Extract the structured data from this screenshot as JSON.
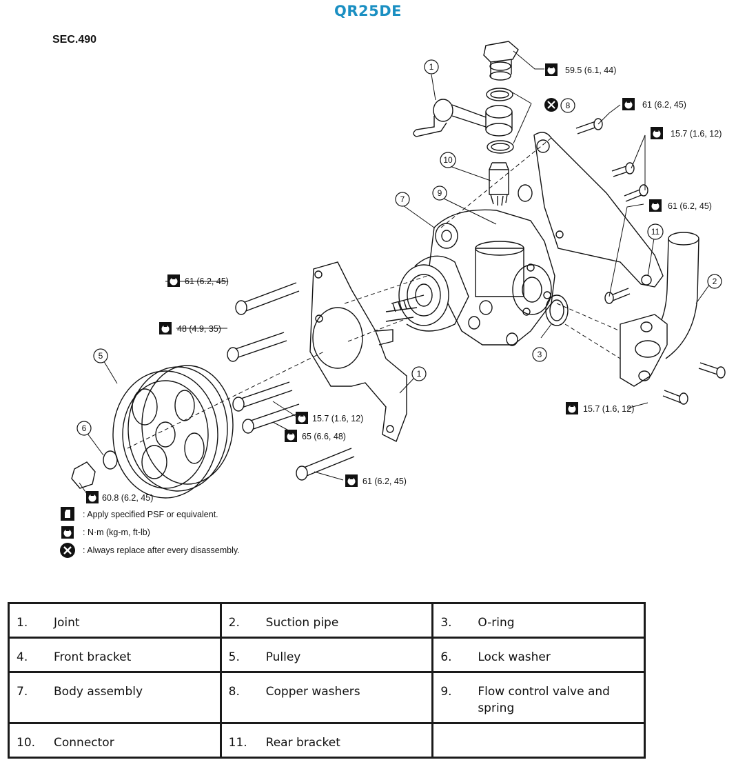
{
  "header": {
    "title": "QR25DE",
    "section": "SEC.490"
  },
  "callouts": [
    {
      "num": "1"
    },
    {
      "num": "1"
    },
    {
      "num": "2"
    },
    {
      "num": "3"
    },
    {
      "num": "5"
    },
    {
      "num": "6"
    },
    {
      "num": "7"
    },
    {
      "num": "8"
    },
    {
      "num": "9"
    },
    {
      "num": "10"
    },
    {
      "num": "11"
    }
  ],
  "torque_labels": [
    "59.5 (6.1, 44)",
    "61 (6.2, 45)",
    "15.7 (1.6, 12)",
    "61 (6.2, 45)",
    "61 (6.2, 45)",
    "48 (4.9, 35)",
    "15.7 (1.6, 12)",
    "65 (6.6, 48)",
    "61 (6.2, 45)",
    "15.7 (1.6, 12)",
    "60.8 (6.2, 45)"
  ],
  "legend": [
    {
      "icon": "sealant-icon",
      "text": ": Apply specified PSF or equivalent."
    },
    {
      "icon": "torque-wrench-icon",
      "text": ": N·m (kg-m, ft-lb)"
    },
    {
      "icon": "replace-x-icon",
      "text": ": Always replace after every disassembly."
    }
  ],
  "parts_table": [
    [
      {
        "num": "1.",
        "name": "Joint"
      },
      {
        "num": "2.",
        "name": "Suction pipe"
      },
      {
        "num": "3.",
        "name": "O-ring"
      }
    ],
    [
      {
        "num": "4.",
        "name": "Front bracket"
      },
      {
        "num": "5.",
        "name": "Pulley"
      },
      {
        "num": "6.",
        "name": "Lock washer"
      }
    ],
    [
      {
        "num": "7.",
        "name": "Body assembly"
      },
      {
        "num": "8.",
        "name": "Copper washers"
      },
      {
        "num": "9.",
        "name": "Flow control valve and spring"
      }
    ],
    [
      {
        "num": "10.",
        "name": "Connector"
      },
      {
        "num": "11.",
        "name": "Rear bracket"
      },
      {
        "num": "",
        "name": ""
      }
    ]
  ]
}
